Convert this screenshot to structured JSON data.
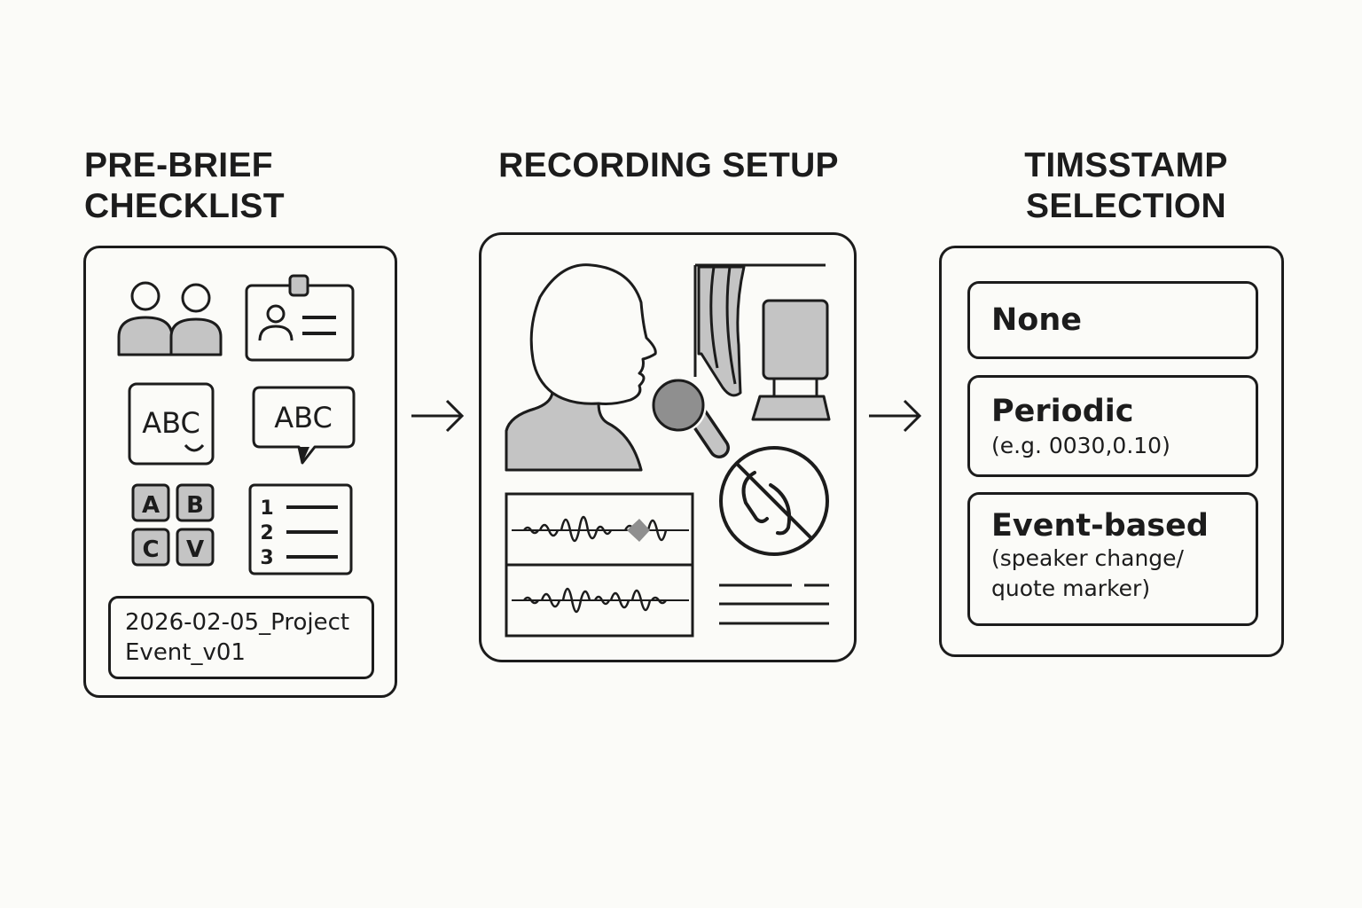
{
  "colors": {
    "background": "#fbfbf8",
    "ink": "#1c1c1c",
    "gray_fill": "#c4c4c4",
    "mic_fill": "#8f8f8f"
  },
  "steps": [
    {
      "title_lines": [
        "PRE-BRIEF",
        "CHECKLIST"
      ],
      "icons": [
        "participants-icon",
        "id-badge-icon",
        "spelling-abc-icon",
        "abc-speech-icon",
        "answer-choices-icon",
        "numbered-list-icon"
      ],
      "answer_letters": [
        "A",
        "B",
        "C",
        "V"
      ],
      "abc_label": "ABC",
      "list_numbers": [
        "1",
        "2",
        "3"
      ],
      "filename_lines": [
        "2026-02-05_Project",
        "Event_v01"
      ]
    },
    {
      "title_lines": [
        "RECORDING SETUP"
      ],
      "icons": [
        "speaker-head-icon",
        "microphone-icon",
        "window-curtain-icon",
        "computer-monitor-icon",
        "no-echo-icon",
        "waveform-icon",
        "notes-lines-icon"
      ]
    },
    {
      "title_lines": [
        "TIMSSTAMP",
        "SELECTION"
      ],
      "options": [
        {
          "title": "None",
          "desc": []
        },
        {
          "title": "Periodic",
          "desc": [
            "(e.g. 0030,0.10)"
          ]
        },
        {
          "title": "Event-based",
          "desc": [
            "(speaker change/",
            "quote marker)"
          ]
        }
      ]
    }
  ],
  "flow_arrows": [
    "arrow-right-icon",
    "arrow-right-icon"
  ]
}
